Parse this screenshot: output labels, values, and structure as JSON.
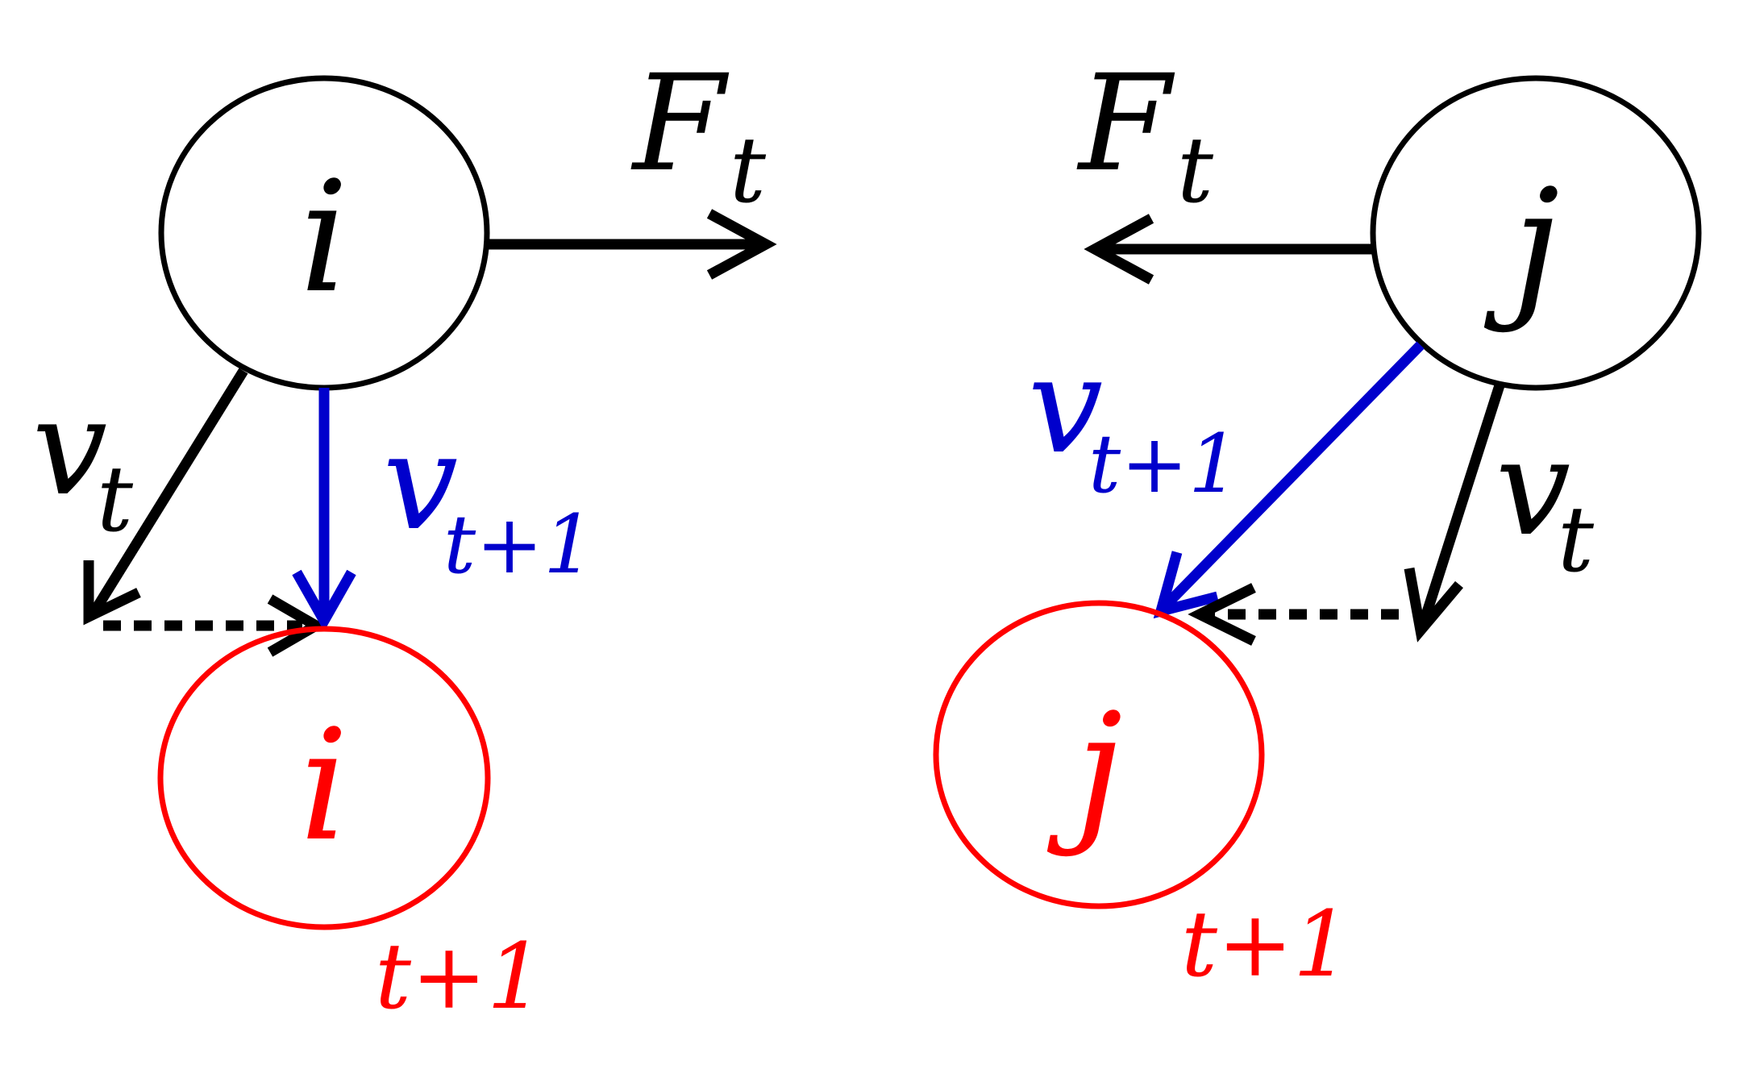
{
  "colors": {
    "black": "#000000",
    "red": "#ff0000",
    "blue": "#0000cc"
  },
  "particle_i": {
    "current_label": "i",
    "next_label": "i",
    "next_time_label": "t+1",
    "force_label": "F",
    "force_subscript": "t",
    "velocity_label": "v",
    "velocity_subscript": "t",
    "new_velocity_label": "v",
    "new_velocity_subscript": "t+1"
  },
  "particle_j": {
    "current_label": "j",
    "next_label": "j",
    "next_time_label": "t+1",
    "force_label": "F",
    "force_subscript": "t",
    "velocity_label": "v",
    "velocity_subscript": "t",
    "new_velocity_label": "v",
    "new_velocity_subscript": "t+1"
  }
}
